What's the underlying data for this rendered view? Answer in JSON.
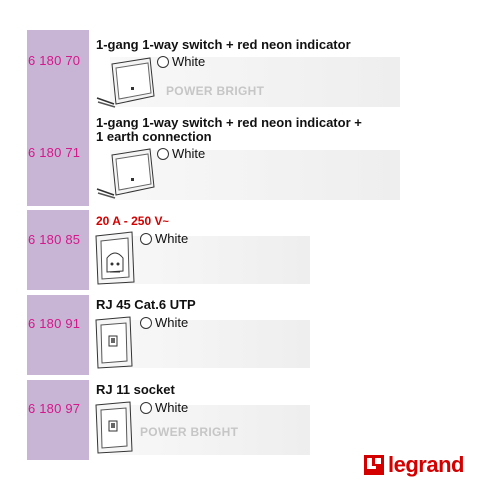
{
  "products": [
    {
      "code": "6 180 70",
      "title": "1-gang 1-way switch + red neon indicator",
      "option": "White",
      "brand": "POWER BRIGHT",
      "icon": "switch-icon"
    },
    {
      "code": "6 180 71",
      "title_line1": "1-gang 1-way switch + red neon indicator +",
      "title_line2": "1 earth connection",
      "option": "White",
      "icon": "switch-icon"
    },
    {
      "code": "6 180 85",
      "rating": "20 A - 250 V",
      "rating_symbol": "~",
      "option": "White",
      "icon": "socket-icon"
    },
    {
      "code": "6 180 91",
      "title": "RJ 45 Cat.6 UTP",
      "option": "White",
      "icon": "rj45-icon"
    },
    {
      "code": "6 180 97",
      "title": "RJ 11 socket",
      "option": "White",
      "brand": "POWER BRIGHT",
      "icon": "rj11-icon"
    }
  ],
  "logo": {
    "text": "legrand",
    "color": "#d40000"
  },
  "colors": {
    "code_column": "#c8b5d5",
    "code_text": "#d4178a"
  }
}
